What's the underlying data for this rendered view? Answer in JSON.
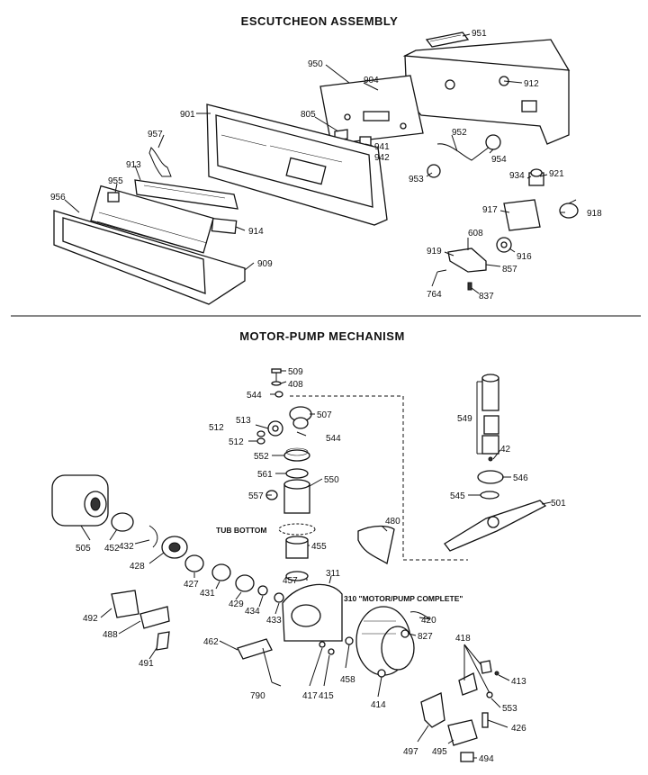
{
  "titles": {
    "escutcheon": "ESCUTCHEON ASSEMBLY",
    "motor_pump": "MOTOR-PUMP MECHANISM"
  },
  "notes": {
    "tub_bottom": "TUB BOTTOM",
    "motor_pump_complete": "310 \"MOTOR/PUMP COMPLETE\""
  },
  "escutcheon_parts": [
    "951",
    "912",
    "950",
    "904",
    "901",
    "805",
    "941",
    "942",
    "957",
    "952",
    "954",
    "953",
    "934",
    "921",
    "913",
    "955",
    "956",
    "917",
    "918",
    "914",
    "909",
    "608",
    "919",
    "916",
    "857",
    "764",
    "837"
  ],
  "pump_parts": [
    "509",
    "408",
    "544",
    "507",
    "513",
    "512",
    "512",
    "544",
    "552",
    "561",
    "550",
    "557",
    "549",
    "42",
    "546",
    "545",
    "501",
    "505",
    "452",
    "432",
    "428",
    "427",
    "431",
    "429",
    "434",
    "433",
    "457",
    "455",
    "480",
    "311",
    "420",
    "492",
    "488",
    "491",
    "462",
    "827",
    "790",
    "417",
    "415",
    "458",
    "414",
    "418",
    "413",
    "553",
    "426",
    "497",
    "495",
    "494"
  ]
}
